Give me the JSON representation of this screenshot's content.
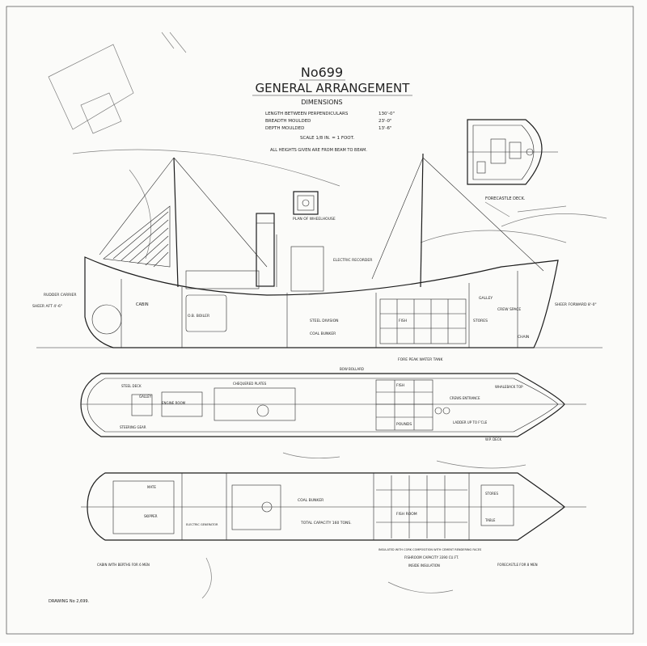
{
  "drawing": {
    "number_title": "No699",
    "main_title": "GENERAL ARRANGEMENT",
    "dimensions_heading": "DIMENSIONS",
    "dimensions": [
      {
        "label": "LENGTH BETWEEN PERPENDICULARS",
        "value": "130'-0\""
      },
      {
        "label": "BREADTH MOULDED",
        "value": "23'-0\""
      },
      {
        "label": "DEPTH MOULDED",
        "value": "13'-6\""
      }
    ],
    "scale": "SCALE 1/8 IN. = 1 FOOT.",
    "heights_note": "ALL HEIGHTS GIVEN ARE FROM BEAM TO BEAM.",
    "drawing_ref": "DRAWING No 2,699."
  },
  "views": {
    "forecastle_deck": "FORECASTLE DECK.",
    "wheelhouse_plan": "PLAN OF WHEELHOUSE",
    "profile_labels": {
      "rudder_carrier": "RUDDER CARRIER",
      "sheer_aft": "SHEER AFT 4'-6\"",
      "sheer_forward": "SHEER FORWARD 8'-0\"",
      "cabin": "CABIN",
      "ob_boiler": "O.B. BOILER",
      "steel_division": "STEEL DIVISION",
      "coal_bunker": "COAL BUNKER",
      "fish_room": "FISH",
      "stores": "STORES",
      "chain_locker": "CHAIN",
      "fore_peak_tank": "FORE PEAK WATER TANK",
      "electric_recorder": "ELECTRIC RECORDER",
      "galley": "GALLEY",
      "crew_space": "CREW SPACE"
    },
    "deck_labels": {
      "steel_deck": "STEEL DECK",
      "steering_gear": "STEERING GEAR",
      "engine_room": "ENGINE ROOM",
      "galley": "GALLEY",
      "chequered_plates": "CHEQUERED PLATES",
      "fish": "FISH",
      "pounds": "POUNDS",
      "ladder": "LADDER UP TO F'CLE",
      "crews_entrance": "CREWS ENTRANCE",
      "wp_deck": "W.P. DECK",
      "whaleback_top": "WHALEBACK TOP",
      "bow_bollard": "BOW BOLLARD"
    },
    "hold_labels": {
      "coal_bunker": "COAL BUNKER",
      "total_capacity": "TOTAL CAPACITY 160 TONS.",
      "fish_room": "FISH ROOM",
      "insulation_note": "INSULATED WITH CORK COMPOSITION WITH CEMENT RENDERING FACES",
      "fishroom_capacity": "FISHROOM CAPACITY 3390 CU.FT.",
      "inside_insulation": "INSIDE INSULATION",
      "cabin_berths": "CABIN WITH BERTHS FOR 6 MEN",
      "forecastle_berths": "FORECASTLE FOR 8 MEN",
      "mate": "MATE",
      "skipper": "SKIPPER",
      "stores": "STORES",
      "table": "TABLE",
      "electric_generator": "ELECTRIC GENERATOR"
    }
  }
}
